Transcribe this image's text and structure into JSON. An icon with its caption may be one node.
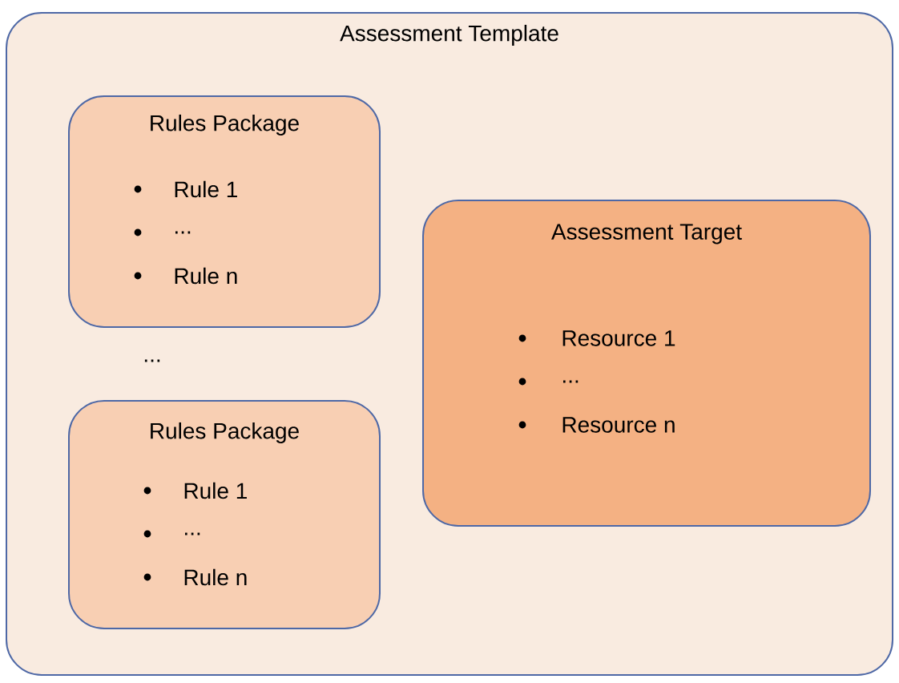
{
  "diagram": {
    "nodes": [
      {
        "text": [
          "Assessment Template"
        ]
      },
      {
        "text": [
          "Rules Package",
          "Rule 1",
          "...",
          "Rule n"
        ],
        "in": 0
      },
      {
        "text": [
          "Rules Package",
          "Rule 1",
          "...",
          "Rule n"
        ],
        "in": 0
      },
      {
        "text": [
          "Assessment Target",
          "Resource 1",
          "...",
          "Resource n"
        ],
        "in": 0
      }
    ],
    "labels": [
      "..."
    ]
  }
}
